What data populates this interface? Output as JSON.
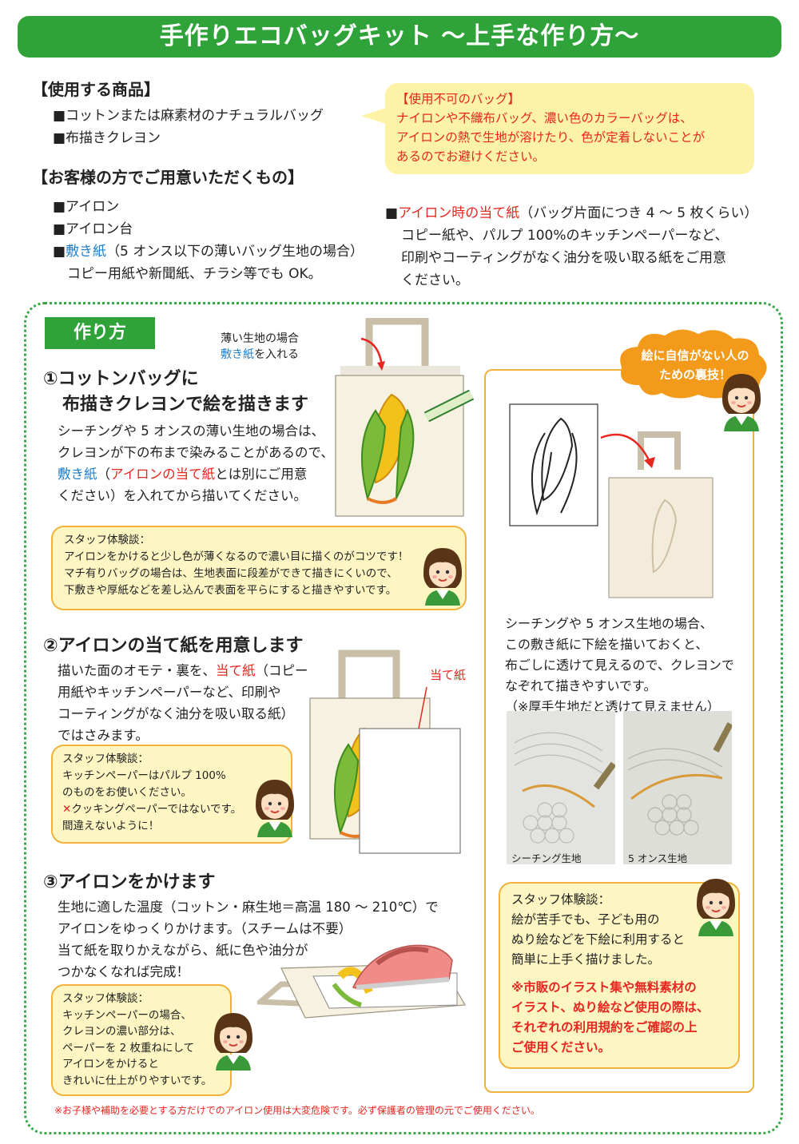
{
  "title": "手作りエコバッグキット ～上手な作り方～",
  "products": {
    "heading": "【使用する商品】",
    "items": [
      "■コットンまたは麻素材のナチュラルバッグ",
      "■布描きクレヨン"
    ]
  },
  "prepare": {
    "heading": "【お客様の方でご用意いただくもの】",
    "item1": "■アイロン",
    "item2": "■アイロン台",
    "item3_mark": "■",
    "item3_name": "敷き紙",
    "item3_rest": "（5 オンス以下の薄いバッグ生地の場合）",
    "item3_sub": "コピー用紙や新聞紙、チラシ等でも OK。"
  },
  "warning": {
    "title": "【使用不可のバッグ】",
    "lines": [
      "ナイロンや不織布バッグ、濃い色のカラーバッグは、",
      "アイロンの熱で生地が溶けたり、色が定着しないことが",
      "あるのでお避けください。"
    ]
  },
  "ateshi": {
    "mark": "■",
    "name": "アイロン時の当て紙",
    "rest": "（バッグ片面につき 4 ～ 5 枚くらい）",
    "lines": [
      "コピー紙や、パルプ 100%のキッチンペーパーなど、",
      "印刷やコーティングがなく油分を吸い取る紙をご用意",
      "ください。"
    ]
  },
  "howto_tab": "作り方",
  "thin_label": {
    "line1": "薄い生地の場合",
    "line2_blue": "敷き紙",
    "line2_rest": "を入れる"
  },
  "step1": {
    "heading1": "①コットンバッグに",
    "heading2": "布描きクレヨンで絵を描きます",
    "line1": "シーチングや 5 オンスの薄い生地の場合は、",
    "line2": "クレヨンが下の布まで染みることがあるので、",
    "line3_blue": "敷き紙",
    "line3_mid": "（",
    "line3_red": "アイロンの当て紙",
    "line3_rest": "とは別にご用意",
    "line4": "ください）を入れてから描いてください。",
    "staff": [
      "スタッフ体験談：",
      "アイロンをかけると少し色が薄くなるので濃い目に描くのがコツです！",
      "マチ有りバッグの場合は、生地表面に段差ができて描きにくいので、",
      "下敷きや厚紙などを差し込んで表面を平らにすると描きやすいです。"
    ]
  },
  "step2": {
    "heading": "②アイロンの当て紙を用意します",
    "line1_a": "描いた面のオモテ・裏を、",
    "line1_red": "当て紙",
    "line1_b": "（コピー",
    "line2": "用紙やキッチンペーパーなど、印刷や",
    "line3": "コーティングがなく油分を吸い取る紙）",
    "line4": "ではさみます。",
    "ateshi_label": "当て紙",
    "staff1": "スタッフ体験談：",
    "staff2": "キッチンペーパーはパルプ 100%",
    "staff3": "のものをお使いください。",
    "staff4_x": "✕",
    "staff4": "クッキングペーパーではないです。",
    "staff5": "間違えないように！"
  },
  "step3": {
    "heading": "③アイロンをかけます",
    "lines": [
      "生地に適した温度（コットン・麻生地＝高温 180 ～ 210℃）で",
      "アイロンをゆっくりかけます。（スチームは不要）",
      "当て紙を取りかえながら、紙に色や油分が",
      "つかなくなれば完成！"
    ],
    "staff": [
      "スタッフ体験談：",
      "キッチンペーパーの場合、",
      "クレヨンの濃い部分は、",
      "ペーパーを 2 枚重ねにして",
      "アイロンをかけると",
      "きれいに仕上がりやすいです。"
    ]
  },
  "tip": {
    "cloud": [
      "絵に自信がない人の",
      "ための裏技！"
    ],
    "lines": [
      "シーチングや 5 オンス生地の場合、",
      "この敷き紙に下絵を描いておくと、",
      "布ごしに透けて見えるので、クレヨンで",
      "なぞれて描きやすいです。",
      "（※厚手生地だと透けて見えません）"
    ],
    "photo1": "シーチング生地",
    "photo2": "5 オンス生地",
    "staff": [
      "スタッフ体験談：",
      "絵が苦手でも、子ども用の",
      "ぬり絵などを下絵に利用すると",
      "簡単に上手く描けました。"
    ],
    "notice": [
      "※市販のイラスト集や無料素材の",
      "イラスト、ぬり絵など使用の際は、",
      "それぞれの利用規約をご確認の上",
      "ご使用ください。"
    ]
  },
  "footer": "※お子様や補助を必要とする方だけでのアイロン使用は大変危険です。必ず保護者の管理の元でご使用ください。",
  "colors": {
    "green": "#2fa33a",
    "red": "#e6261f",
    "blue": "#1f7ecb",
    "orange": "#f0b23a",
    "yellow": "#fdf3a6"
  }
}
